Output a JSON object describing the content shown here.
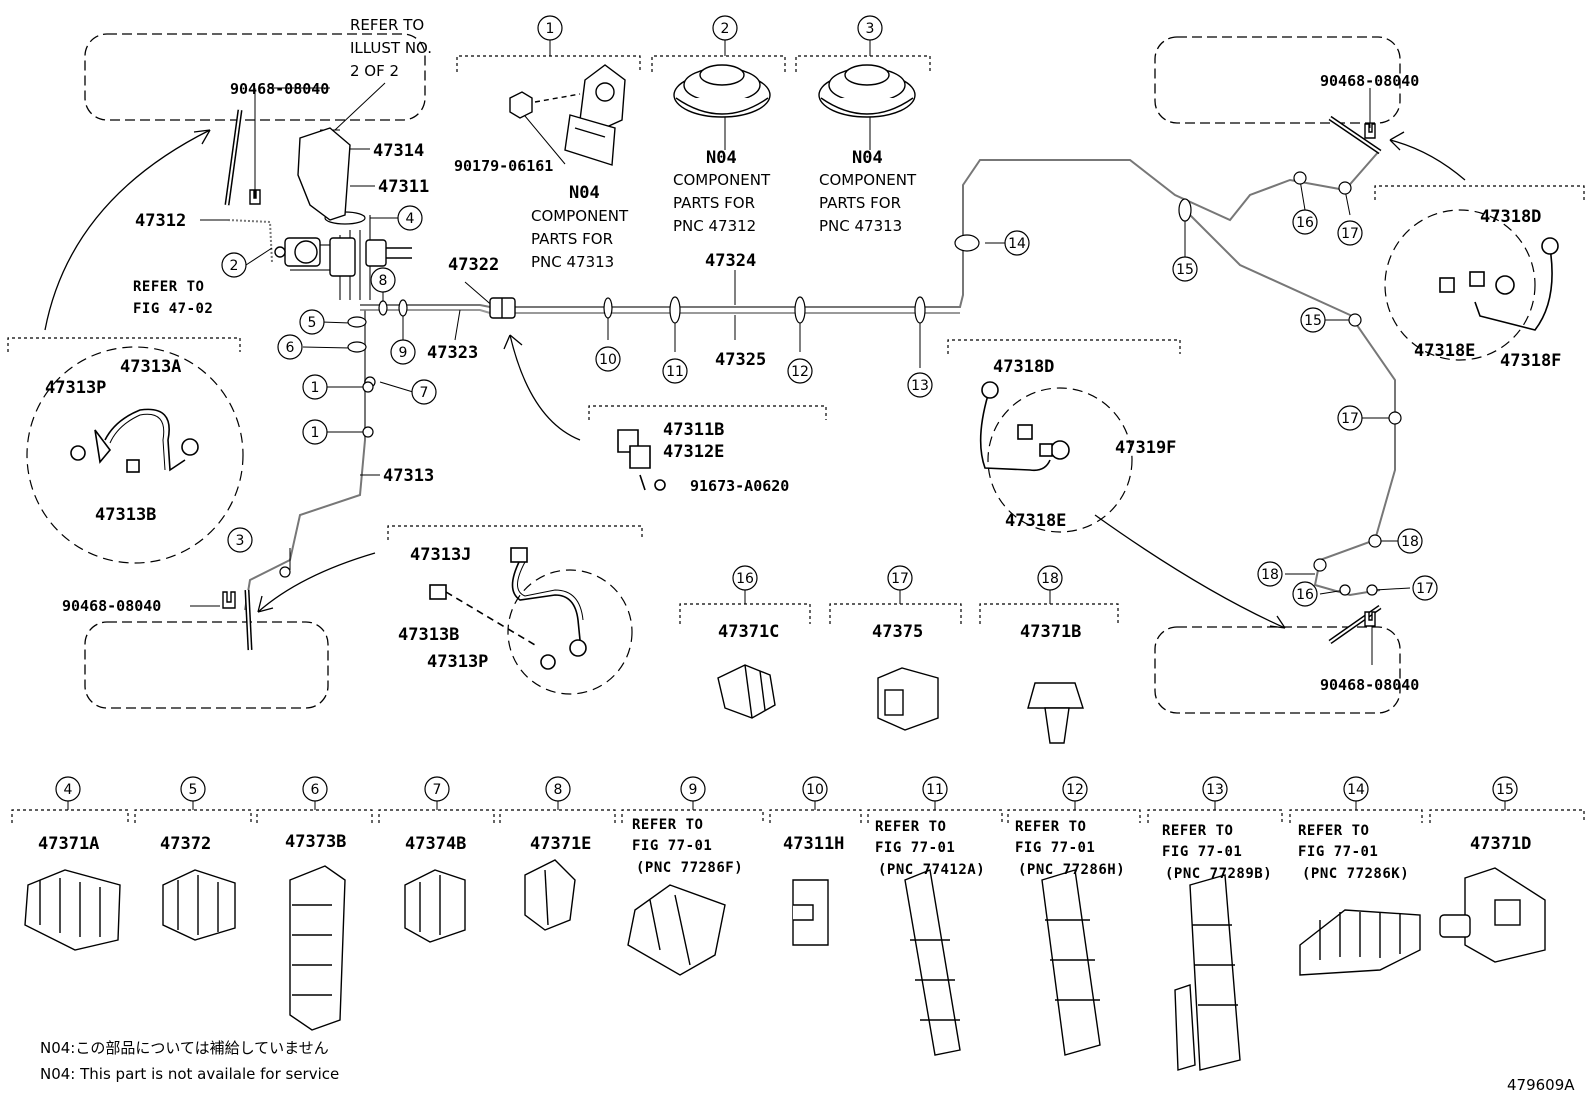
{
  "callouts": {
    "c1": "1",
    "c2": "2",
    "c3": "3",
    "c4": "4",
    "c5": "5",
    "c6": "6",
    "c7": "7",
    "c8": "8",
    "c9": "9",
    "c10": "10",
    "c11": "11",
    "c12": "12",
    "c13": "13",
    "c14": "14",
    "c15": "15",
    "c16": "16",
    "c17": "17",
    "c18": "18"
  },
  "parts": {
    "p90468": "90468-08040",
    "p47314": "47314",
    "p47311": "47311",
    "p47312": "47312",
    "p47313": "47313",
    "p47313A": "47313A",
    "p47313P": "47313P",
    "p47313B": "47313B",
    "p47313J": "47313J",
    "p47322": "47322",
    "p47323": "47323",
    "p47324": "47324",
    "p47325": "47325",
    "p90179": "90179-06161",
    "p47311B": "47311B",
    "p47312E": "47312E",
    "p91673": "91673-A0620",
    "p47318D": "47318D",
    "p47318E": "47318E",
    "p47318F": "47318F",
    "p47319F": "47319F",
    "p47371C": "47371C",
    "p47375": "47375",
    "p47371B": "47371B",
    "p47371A": "47371A",
    "p47372": "47372",
    "p47373B": "47373B",
    "p47374B": "47374B",
    "p47371E": "47371E",
    "p47311H": "47311H",
    "p47371D": "47371D",
    "n04": "N04"
  },
  "texts": {
    "refer_illust_1": "REFER TO",
    "refer_illust_2": "ILLUST NO.",
    "refer_illust_3": "2 OF 2",
    "refer_to": "REFER  TO",
    "fig_47_02": "FIG 47-02",
    "comp_1": "COMPONENT",
    "comp_2": "PARTS FOR",
    "pnc_47313": "PNC 47313",
    "pnc_47312": "PNC 47312",
    "fig_77_01": "FIG  77-01",
    "pnc_77286F": "(PNC  77286F)",
    "pnc_77412A": "(PNC  77412A)",
    "pnc_77286H": "(PNC  77286H)",
    "pnc_77289B": "(PNC  77289B)",
    "pnc_77286K": "(PNC  77286K)",
    "note_jp": "N04:この部品については補給していません",
    "note_en": "N04: This part is not availale for service",
    "fig_id": "479609A"
  }
}
